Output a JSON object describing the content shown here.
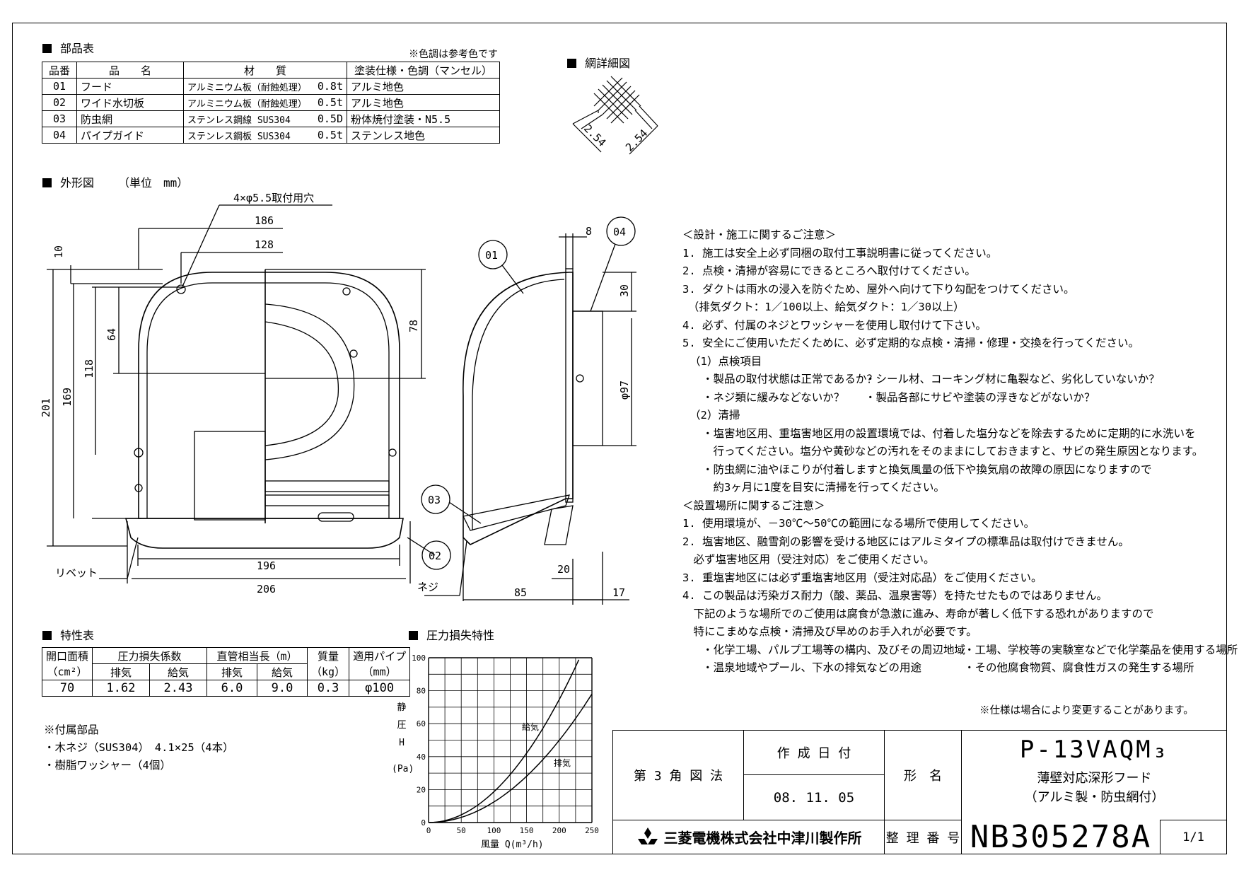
{
  "parts_table": {
    "heading": "部品表",
    "note": "※色調は参考色です",
    "headers": [
      "品番",
      "品　　名",
      "材　　質",
      "塗装仕様・色調（マンセル）"
    ],
    "rows": [
      {
        "no": "01",
        "name": "フード",
        "material": "アルミニウム板（耐蝕処理）",
        "thickness": "0.8t",
        "finish": "アルミ地色"
      },
      {
        "no": "02",
        "name": "ワイド水切板",
        "material": "アルミニウム板（耐蝕処理）",
        "thickness": "0.5t",
        "finish": "アルミ地色"
      },
      {
        "no": "03",
        "name": "防虫網",
        "material": "ステンレス鋼線 SUS304",
        "thickness": "0.5D",
        "finish": "粉体焼付塗装・N5.5"
      },
      {
        "no": "04",
        "name": "パイプガイド",
        "material": "ステンレス鋼板 SUS304",
        "thickness": "0.5t",
        "finish": "ステンレス地色"
      }
    ]
  },
  "mesh_detail": {
    "heading": "網詳細図",
    "dim_a": "2.54",
    "dim_b": "2.54"
  },
  "outline": {
    "heading": "外形図",
    "unit": "（単位　mm）",
    "hole_note": "4×φ5.5取付用穴",
    "dims": {
      "d186": "186",
      "d128": "128",
      "d10": "10",
      "d78": "78",
      "d64": "64",
      "d118": "118",
      "d169": "169",
      "d201": "201",
      "d196": "196",
      "d206": "206",
      "d8": "8",
      "d30": "30",
      "d97": "φ97",
      "d20": "20",
      "d85": "85",
      "d17": "17"
    },
    "labels": {
      "rivet": "リベット",
      "screw": "ネジ",
      "p01": "01",
      "p02": "02",
      "p03": "03",
      "p04": "04"
    }
  },
  "characteristics": {
    "heading": "特性表",
    "h_area": "開口面積",
    "h_loss": "圧力損失係数",
    "h_length": "直管相当長（m）",
    "h_mass": "質量",
    "h_pipe": "適用パイプ",
    "u_area": "（cm²）",
    "exhaust": "排気",
    "supply": "給気",
    "u_mass": "（kg）",
    "u_pipe": "（mm）",
    "values": {
      "area": "70",
      "loss_ex": "1.62",
      "loss_sup": "2.43",
      "len_ex": "6.0",
      "len_sup": "9.0",
      "mass": "0.3",
      "pipe": "φ100"
    }
  },
  "accessories": {
    "heading": "※付属部品",
    "items": [
      "・木ネジ（SUS304）　4.1×25（4本）",
      "・樹脂ワッシャー（4個）"
    ]
  },
  "pressure_chart": {
    "heading": "圧力損失特性",
    "ylabel_chars": [
      "静",
      "圧",
      "H"
    ],
    "yunit": "(Pa)",
    "xlabel": "風量 Q(m³/h)",
    "series_labels": [
      "給気",
      "排気"
    ]
  },
  "chart_data": {
    "type": "line",
    "title": "圧力損失特性",
    "xlabel": "風量 Q(m³/h)",
    "ylabel": "静圧 H (Pa)",
    "xlim": [
      0,
      250
    ],
    "ylim": [
      0,
      100
    ],
    "xticks": [
      "0",
      "50",
      "100",
      "150",
      "200",
      "250"
    ],
    "yticks": [
      "0",
      "20",
      "40",
      "60",
      "80",
      "100"
    ],
    "grid": true,
    "series": [
      {
        "name": "給気",
        "x": [
          0,
          50,
          100,
          150,
          200,
          230
        ],
        "y": [
          0,
          4.7,
          18.7,
          42,
          74.7,
          98.8
        ],
        "color": "#000000"
      },
      {
        "name": "排気",
        "x": [
          0,
          50,
          100,
          150,
          200,
          250
        ],
        "y": [
          0,
          3.1,
          12.5,
          28.1,
          50,
          78
        ],
        "color": "#000000"
      }
    ]
  },
  "notes": {
    "design_heading": "＜設計・施工に関するご注意＞",
    "design_items": [
      "1. 施工は安全上必ず同梱の取付工事説明書に従ってください。",
      "2. 点検・清掃が容易にできるところへ取付けてください。",
      "3. ダクトは雨水の浸入を防ぐため、屋外へ向けて下り勾配をつけてください。",
      "　（排気ダクト：1／100以上、給気ダクト：1／30以上）",
      "4. 必ず、付属のネジとワッシャーを使用し取付けて下さい。",
      "5. 安全にご使用いただくために、必ず定期的な点検・清掃・修理・交換を行ってください。"
    ],
    "inspect_heading": "（1）点検項目",
    "inspect_left": [
      "・製品の取付状態は正常であるか？",
      "・ネジ類に緩みなどないか？"
    ],
    "inspect_right": [
      "・シール材、コーキング材に亀裂など、劣化していないか？",
      "・製品各部にサビや塗装の浮きなどがないか？"
    ],
    "clean_heading": "（2）清掃",
    "clean_items": [
      "・塩害地区用、重塩害地区用の設置環境では、付着した塩分などを除去するために定期的に水洗いを",
      "　行ってください。塩分や黄砂などの汚れをそのままにしておきますと、サビの発生原因となります。",
      "・防虫網に油やほこりが付着しますと換気風量の低下や換気扇の故障の原因になりますので",
      "　約3ヶ月に1度を目安に清掃を行ってください。"
    ],
    "place_heading": "＜設置場所に関するご注意＞",
    "place_items": [
      "1. 使用環境が、－30℃～50℃の範囲になる場所で使用してください。",
      "2. 塩害地区、融雪剤の影響を受ける地区にはアルミタイプの標準品は取付けできません。",
      "　必ず塩害地区用（受注対応）をご使用ください。",
      "3. 重塩害地区には必ず重塩害地区用（受注対応品）をご使用ください。",
      "4. この製品は汚染ガス耐力（酸、薬品、温泉害等）を持たせたものではありません。",
      "　下記のような場所でのご使用は腐食が急激に進み、寿命が著しく低下する恐れがありますので",
      "　特にこまめな点検・清掃及び早めのお手入れが必要です。"
    ],
    "place_left": [
      "・化学工場、パルプ工場等の構内、及びその周辺地域",
      "・温泉地域やプール、下水の排気などの用途"
    ],
    "place_right": [
      "・工場、学校等の実験室などで化学薬品を使用する場所",
      "・その他腐食物質、腐食性ガスの発生する場所"
    ],
    "spec_note": "※仕様は場合により変更することがあります。"
  },
  "title_block": {
    "projection": "第 3 角 図 法",
    "date_label": "作 成 日 付",
    "date": "08. 11. 05",
    "name_label": "形　名",
    "model": "P-13VAQM₃",
    "desc1": "薄壁対応深形フード",
    "desc2": "（アルミ製・防虫網付）",
    "company": "三菱電機株式会社中津川製作所",
    "number_label": "整 理 番 号",
    "number": "NB305278A",
    "sheet": "1/1"
  }
}
